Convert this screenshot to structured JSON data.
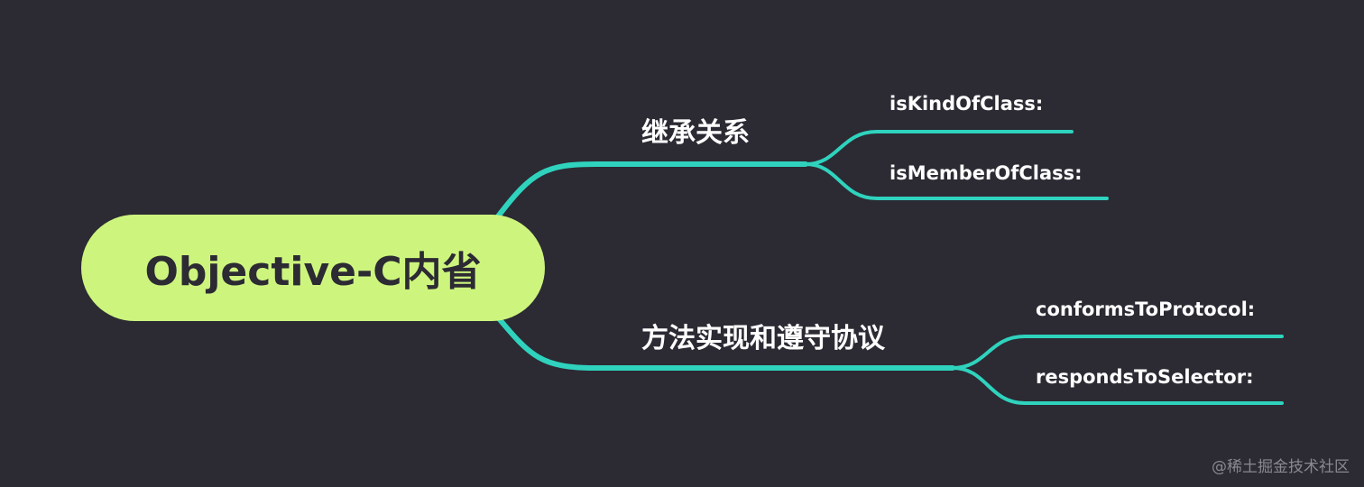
{
  "colors": {
    "background": "#2c2a33",
    "root_fill": "#cdf57e",
    "root_text": "#2c2a33",
    "connector": "#2fd3bd",
    "label_text": "#ffffff",
    "watermark_text": "#8a8890"
  },
  "root": {
    "label": "Objective-C内省"
  },
  "branches": [
    {
      "label": "继承关系",
      "leaves": [
        {
          "label": "isKindOfClass:"
        },
        {
          "label": "isMemberOfClass:"
        }
      ]
    },
    {
      "label": "方法实现和遵守协议",
      "leaves": [
        {
          "label": "conformsToProtocol:"
        },
        {
          "label": "respondsToSelector:"
        }
      ]
    }
  ],
  "watermark": "@稀土掘金技术社区"
}
